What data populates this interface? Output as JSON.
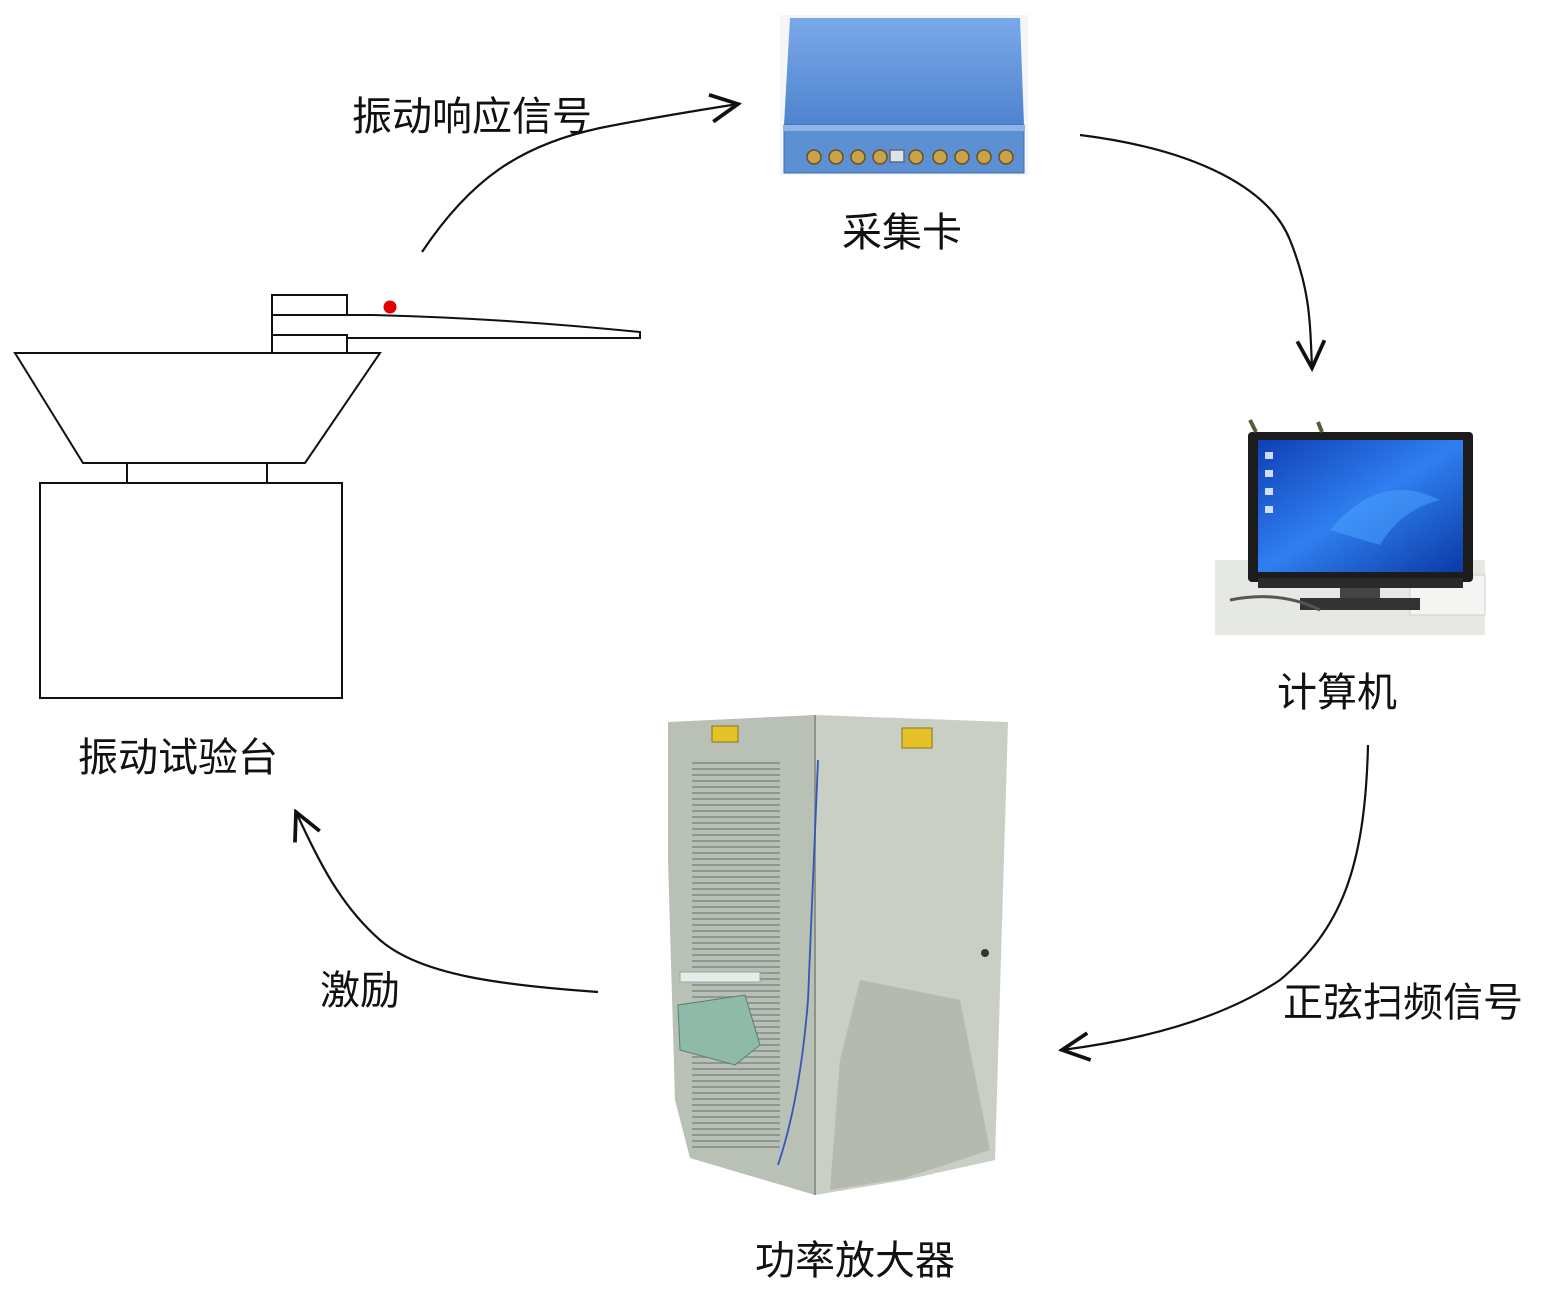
{
  "diagram": {
    "nodes": {
      "test_bench": {
        "label": "振动试验台"
      },
      "daq_card": {
        "label": "采集卡"
      },
      "computer": {
        "label": "计算机"
      },
      "amplifier": {
        "label": "功率放大器"
      }
    },
    "edges": {
      "response": {
        "label": "振动响应信号",
        "from": "test_bench",
        "to": "daq_card"
      },
      "daq_to_computer": {
        "label": "",
        "from": "daq_card",
        "to": "computer"
      },
      "sweep": {
        "label": "正弦扫频信号",
        "from": "computer",
        "to": "amplifier"
      },
      "excitation": {
        "label": "激励",
        "from": "amplifier",
        "to": "test_bench"
      }
    },
    "colors": {
      "line": "#111111",
      "sensor_dot": "#e00000",
      "daq_body": "#5b8fd6",
      "screen": "#1b5fd8",
      "cabinet": "#c9cfc6"
    }
  }
}
